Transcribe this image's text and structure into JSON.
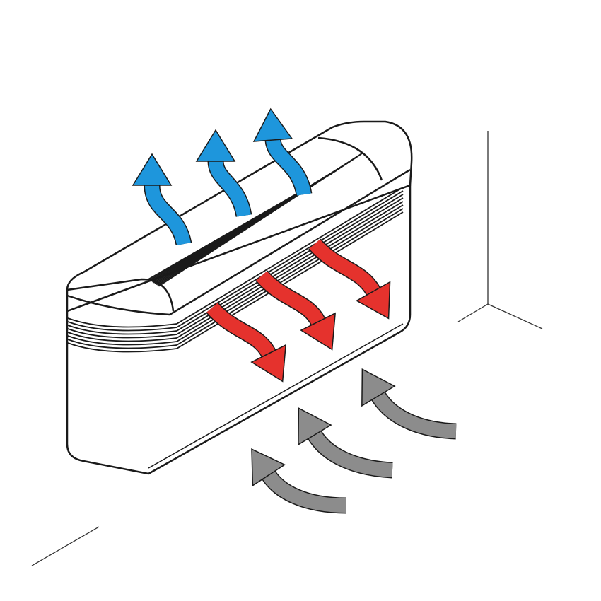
{
  "illustration": {
    "subject": "fan-coil-unit",
    "colors": {
      "outline": "#1a1a1a",
      "unit_body": "#ffffff",
      "warm_air": "#e5322d",
      "cool_air": "#1e96dc",
      "return_air": "#8c8c8c"
    },
    "arrows": {
      "cool_air_up": 3,
      "warm_air_out": 3,
      "return_air_in": 3
    }
  }
}
